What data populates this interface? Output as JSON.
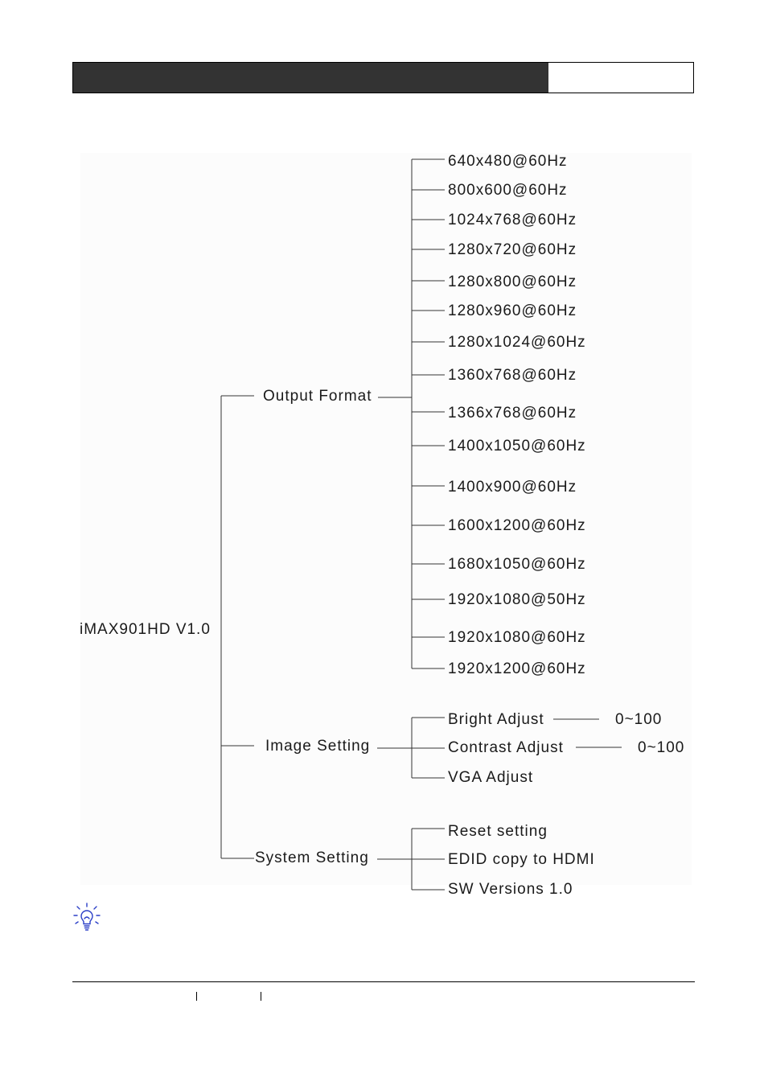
{
  "root": {
    "label": "iMAX901HD V1.0"
  },
  "branches": [
    {
      "label": "Output Format",
      "children": [
        {
          "label": "640x480@60Hz"
        },
        {
          "label": "800x600@60Hz"
        },
        {
          "label": "1024x768@60Hz"
        },
        {
          "label": "1280x720@60Hz"
        },
        {
          "label": "1280x800@60Hz"
        },
        {
          "label": "1280x960@60Hz"
        },
        {
          "label": "1280x1024@60Hz"
        },
        {
          "label": "1360x768@60Hz"
        },
        {
          "label": "1366x768@60Hz"
        },
        {
          "label": "1400x1050@60Hz"
        },
        {
          "label": "1400x900@60Hz"
        },
        {
          "label": "1600x1200@60Hz"
        },
        {
          "label": "1680x1050@60Hz"
        },
        {
          "label": "1920x1080@50Hz"
        },
        {
          "label": "1920x1080@60Hz"
        },
        {
          "label": "1920x1200@60Hz"
        }
      ]
    },
    {
      "label": "Image Setting",
      "children": [
        {
          "label": "Bright Adjust",
          "range": "0~100"
        },
        {
          "label": "Contrast Adjust",
          "range": "0~100"
        },
        {
          "label": "VGA Adjust"
        }
      ]
    },
    {
      "label": "System Setting",
      "children": [
        {
          "label": "Reset setting"
        },
        {
          "label": "EDID copy to HDMI"
        },
        {
          "label": "SW Versions 1.0"
        }
      ]
    }
  ],
  "colors": {
    "header_dark": "#333333",
    "line": "#333333",
    "icon": "#2b3fc7"
  },
  "icons": {
    "tip": "lightbulb-icon"
  }
}
